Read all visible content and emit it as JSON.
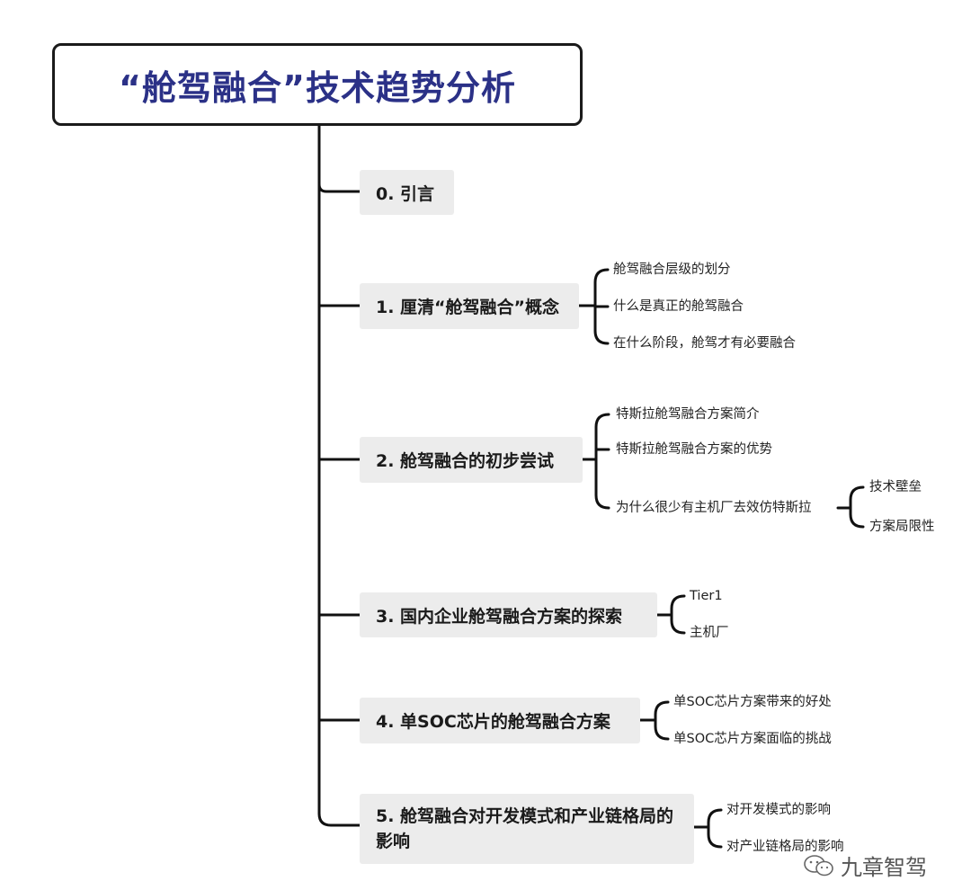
{
  "title": "“舱驾融合”技术趋势分析",
  "topics": [
    {
      "label": "0. 引言",
      "children": []
    },
    {
      "label": "1. 厘清“舱驾融合”概念",
      "children": [
        {
          "label": "舱驾融合层级的划分"
        },
        {
          "label": "什么是真正的舱驾融合"
        },
        {
          "label": "在什么阶段，舱驾才有必要融合"
        }
      ]
    },
    {
      "label": "2. 舱驾融合的初步尝试",
      "children": [
        {
          "label": "特斯拉舱驾融合方案简介"
        },
        {
          "label": "特斯拉舱驾融合方案的优势"
        },
        {
          "label": "为什么很少有主机厂去效仿特斯拉",
          "children": [
            {
              "label": "技术壁垒"
            },
            {
              "label": "方案局限性"
            }
          ]
        }
      ]
    },
    {
      "label": "3. 国内企业舱驾融合方案的探索",
      "children": [
        {
          "label": "Tier1"
        },
        {
          "label": "主机厂"
        }
      ]
    },
    {
      "label": "4. 单SOC芯片的舱驾融合方案",
      "children": [
        {
          "label": "单SOC芯片方案带来的好处"
        },
        {
          "label": "单SOC芯片方案面临的挑战"
        }
      ]
    },
    {
      "label": "5. 舱驾融合对开发模式和产业链格局的影响",
      "children": [
        {
          "label": "对开发模式的影响"
        },
        {
          "label": "对产业链格局的影响"
        }
      ]
    }
  ],
  "watermark": "九章智驾"
}
